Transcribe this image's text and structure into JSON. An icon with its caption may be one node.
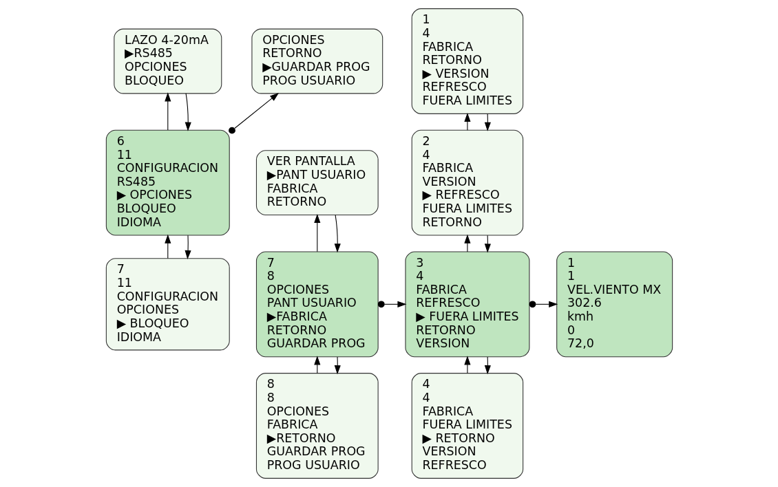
{
  "diagram": {
    "nodes": [
      {
        "text": [
          "LAZO 4-20mA",
          "▶RS485",
          "OPCIONES",
          "BLOQUEO"
        ]
      },
      {
        "text": [
          "6",
          "11",
          "CONFIGURACION",
          "RS485",
          "▶ OPCIONES",
          "BLOQUEO",
          "IDIOMA"
        ]
      },
      {
        "text": [
          "7",
          "11",
          "CONFIGURACION",
          "OPCIONES",
          "▶ BLOQUEO",
          "IDIOMA"
        ]
      },
      {
        "text": [
          "OPCIONES",
          "RETORNO",
          "▶GUARDAR PROG",
          "PROG USUARIO"
        ]
      },
      {
        "text": [
          "VER PANTALLA",
          "▶PANT USUARIO",
          "FABRICA",
          "RETORNO"
        ]
      },
      {
        "text": [
          "7",
          "8",
          "OPCIONES",
          "PANT USUARIO",
          "▶FABRICA",
          "RETORNO",
          "GUARDAR PROG"
        ]
      },
      {
        "text": [
          "8",
          "8",
          "OPCIONES",
          "FABRICA",
          "▶RETORNO",
          "GUARDAR PROG",
          "PROG USUARIO"
        ]
      },
      {
        "text": [
          "1",
          "4",
          "FABRICA",
          "RETORNO",
          "▶ VERSION",
          "REFRESCO",
          "FUERA LIMITES"
        ]
      },
      {
        "text": [
          "2",
          "4",
          "FABRICA",
          "VERSION",
          "▶ REFRESCO",
          "FUERA LIMITES",
          "RETORNO"
        ]
      },
      {
        "text": [
          "3",
          "4",
          "FABRICA",
          "REFRESCO",
          "▶ FUERA LIMITES",
          "RETORNO",
          "VERSION"
        ]
      },
      {
        "text": [
          "4",
          "4",
          "FABRICA",
          "FUERA LIMITES",
          "▶ RETORNO",
          "VERSION",
          "REFRESCO"
        ]
      },
      {
        "text": [
          "1",
          "1",
          "VEL.VIENTO MX",
          "302.6",
          "kmh",
          "0",
          "72,0"
        ]
      }
    ],
    "edges": [
      {
        "from": 1,
        "to": 0,
        "arrow": "to"
      },
      {
        "from": 0,
        "to": 1,
        "arrow": "to"
      },
      {
        "from": 2,
        "to": 1,
        "arrow": "to"
      },
      {
        "from": 1,
        "to": 2,
        "arrow": "to"
      },
      {
        "from": 1,
        "to": 3,
        "arrow": "to"
      },
      {
        "from": 5,
        "to": 4,
        "arrow": "to"
      },
      {
        "from": 4,
        "to": 5,
        "arrow": "to"
      },
      {
        "from": 6,
        "to": 5,
        "arrow": "to"
      },
      {
        "from": 5,
        "to": 6,
        "arrow": "to"
      },
      {
        "from": 8,
        "to": 7,
        "arrow": "to"
      },
      {
        "from": 7,
        "to": 8,
        "arrow": "to"
      },
      {
        "from": 9,
        "to": 8,
        "arrow": "to"
      },
      {
        "from": 8,
        "to": 9,
        "arrow": "to"
      },
      {
        "from": 10,
        "to": 9,
        "arrow": "to"
      },
      {
        "from": 9,
        "to": 10,
        "arrow": "to"
      },
      {
        "from": 5,
        "to": 9,
        "arrow": "to"
      },
      {
        "from": 9,
        "to": 11,
        "arrow": "to"
      }
    ]
  }
}
